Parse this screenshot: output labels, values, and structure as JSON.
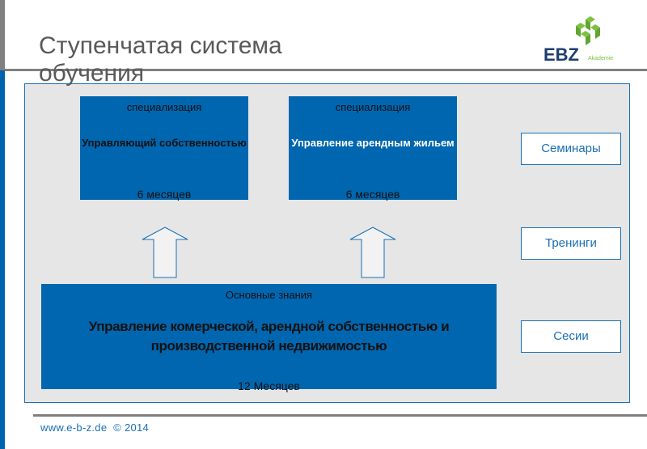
{
  "header": {
    "title": "Ступенчатая система обучения",
    "logo_text": "EBZ",
    "logo_sub": "Akademie"
  },
  "specializations": [
    {
      "caption": "специализация",
      "name": "Управляющий собственностью",
      "duration": "6 месяцев"
    },
    {
      "caption": "специализация",
      "name": "Управление арендным жильем",
      "duration": "6 месяцев"
    }
  ],
  "basic": {
    "caption": "Основные знания",
    "name": "Управление комерческой, арендной собственностью и производственной недвижимостью",
    "duration": "12 Месяцев"
  },
  "formats": [
    "Семинары",
    "Тренинги",
    "Сесии"
  ],
  "footer": {
    "text": "www.e-b-z.de  © 2014"
  },
  "colors": {
    "blue": "#0066b0",
    "accent": "#1a6fb5",
    "gray": "#808080",
    "panel": "#e6e6e6",
    "logo_green": "#7dc242",
    "logo_navy": "#1d3e6e"
  }
}
